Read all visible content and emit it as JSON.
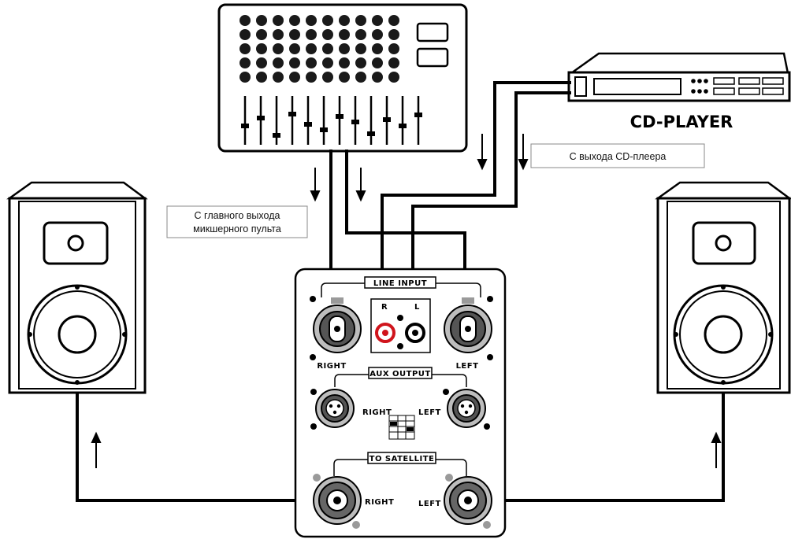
{
  "devices": {
    "cd_player_label": "CD-PLAYER"
  },
  "callouts": {
    "cd_output": "С выхода CD-плеера",
    "mixer_output_line1": "С главного выхода",
    "mixer_output_line2": "микшерного пульта"
  },
  "panel": {
    "line_input": "LINE INPUT",
    "aux_output": "AUX OUTPUT",
    "to_satellite": "TO SATELLITE",
    "right": "RIGHT",
    "left": "LEFT",
    "rca_r": "R",
    "rca_l": "L"
  },
  "colors": {
    "line": "#000000",
    "rca_red": "#d0141c",
    "connector_gray": "#9a9a9a",
    "fill": "#ffffff"
  }
}
